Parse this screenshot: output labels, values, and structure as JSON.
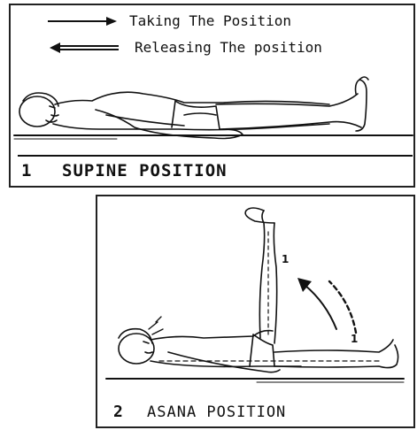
{
  "legend": {
    "taking": "Taking The Position",
    "releasing": "Releasing The position"
  },
  "panel1": {
    "number": "1",
    "caption": "SUPINE POSITION"
  },
  "panel2": {
    "number": "2",
    "caption": "ASANA POSITION",
    "arc_start_label": "1",
    "arc_end_label": "1"
  }
}
